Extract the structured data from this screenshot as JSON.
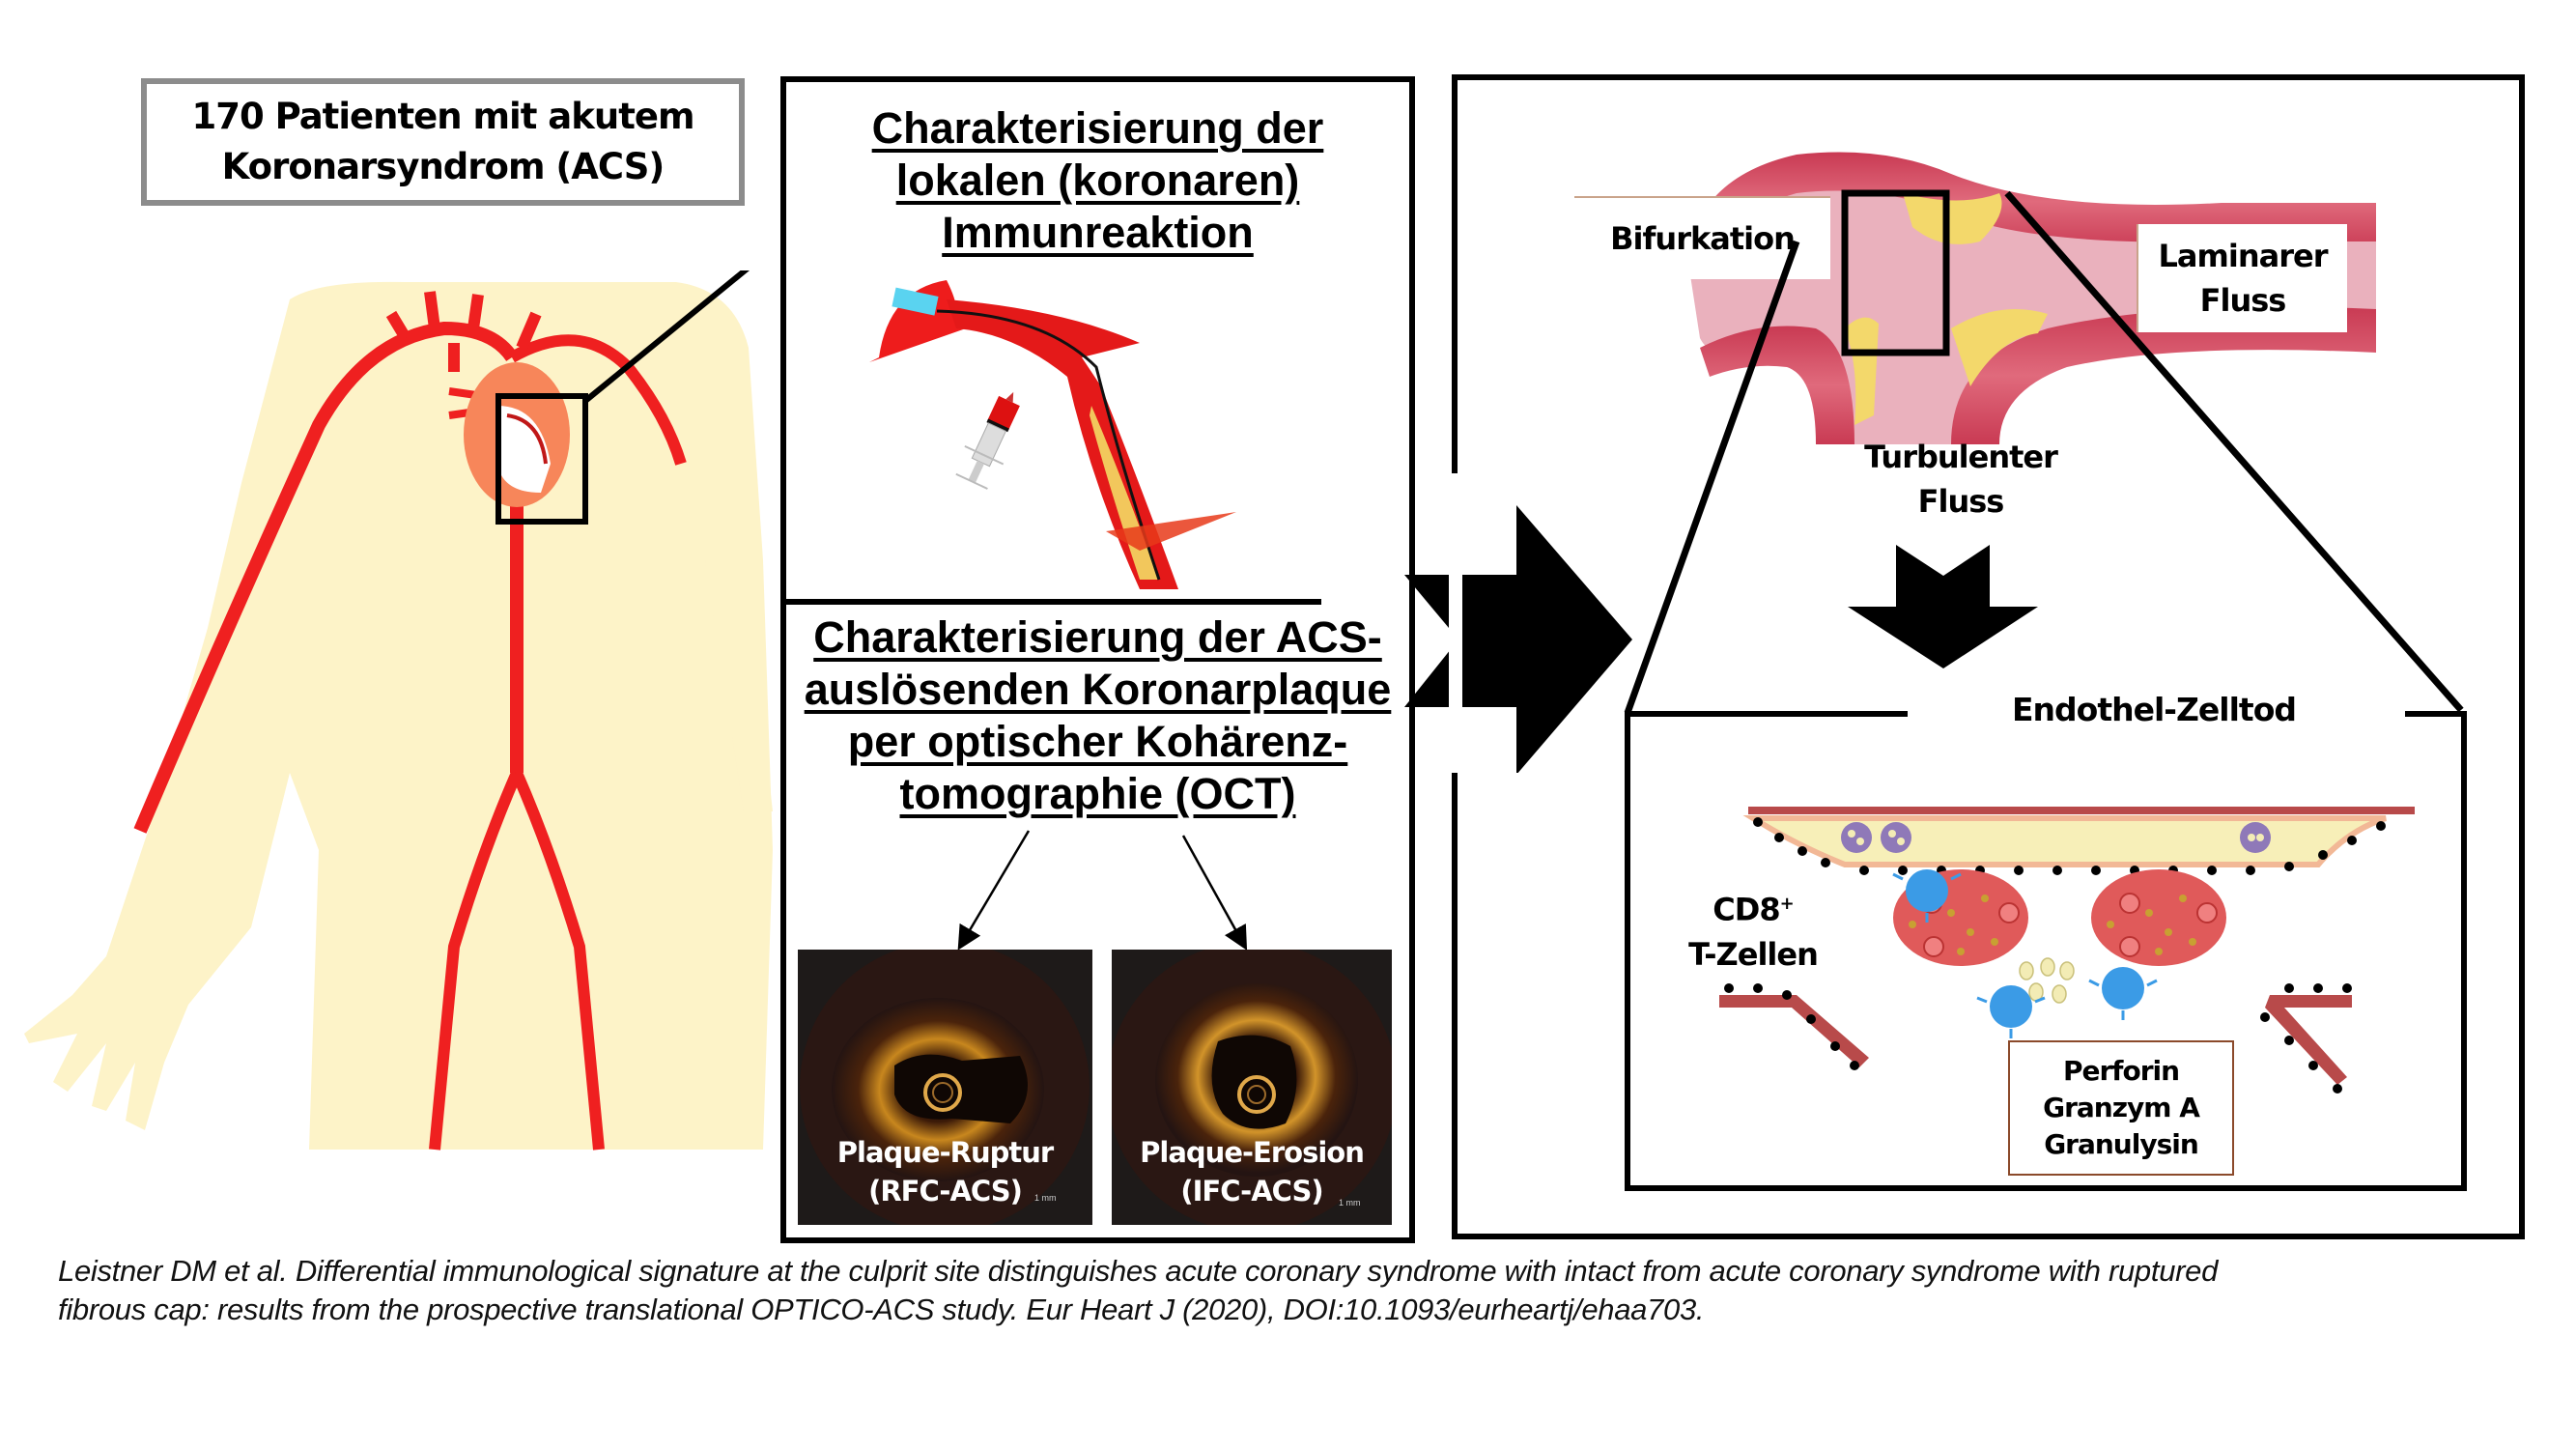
{
  "patient_box": {
    "line1": "170 Patienten mit akutem",
    "line2": "Koronarsyndrom (ACS)"
  },
  "middle_panel": {
    "heading_top": [
      "Charakterisierung der",
      "lokalen (koronaren)",
      "Immunreaktion"
    ],
    "heading_bottom": [
      "Charakterisierung der ACS-",
      "auslösenden Koronarplaque",
      "per optischer Kohärenz-",
      "tomographie (OCT)"
    ],
    "oct_images": [
      {
        "label_line1": "Plaque-Ruptur",
        "label_line2": "(RFC-ACS)",
        "scale": "1 mm"
      },
      {
        "label_line1": "Plaque-Erosion",
        "label_line2": "(IFC-ACS)",
        "scale": "1 mm"
      }
    ]
  },
  "right_panel": {
    "bifurcation_label": "Bifurkation",
    "laminar_label": [
      "Laminarer",
      "Fluss"
    ],
    "turbulent_label": [
      "Turbulenter",
      "Fluss"
    ],
    "endothel_label": "Endothel-Zelltod",
    "cd8_label": {
      "main": "CD8",
      "sup": "+",
      "line2": "T-Zellen"
    },
    "mediators": [
      "Perforin",
      "Granzym A",
      "Granulysin"
    ]
  },
  "icons": {
    "big_arrow": "arrow-right-icon",
    "down_arrow": "arrow-down-icon"
  },
  "colors": {
    "artery_red": "#ef2020",
    "skin": "#fdf3c8",
    "vessel_pink": "#d9566b",
    "plaque_yellow": "#f3d86b",
    "tcell_blue": "#3b9be6",
    "mediator_border": "#8b4a2b",
    "title_border": "#8c8c8c"
  },
  "citation": {
    "line1": "Leistner DM et al. Differential immunological signature at the culprit site distinguishes acute coronary syndrome with intact from acute coronary syndrome with ruptured",
    "line2": "fibrous cap: results from the prospective translational OPTICO-ACS study. Eur Heart J (2020), DOI:10.1093/eurheartj/ehaa703."
  }
}
